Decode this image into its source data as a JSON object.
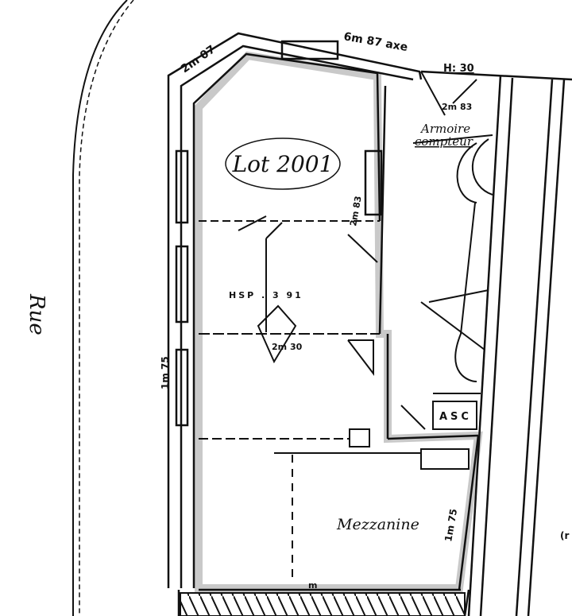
{
  "plan": {
    "lot_label": "Lot 2001",
    "street_label": "Rue",
    "room_label_mezzanine": "Mezzanine",
    "meter_label_line1": "Armoire",
    "meter_label_line2": "compteur",
    "elevator_label": "ASC",
    "ceiling_height_label": "HSP . 3 91",
    "partial_label_right": "(r",
    "dimensions": {
      "top_left_diagonal": "2m 07",
      "top_wall": "6m 87 axe",
      "top_right": "H: 30",
      "entry_angle": "2m 83",
      "door_middle": "2m 30",
      "left_wall": "1m 75",
      "mezzanine_right": "1m 75",
      "corridor_wall": "2m 83",
      "bottom": "m"
    }
  },
  "colors": {
    "ink": "#111111",
    "stipple": "#c9c9c9"
  }
}
